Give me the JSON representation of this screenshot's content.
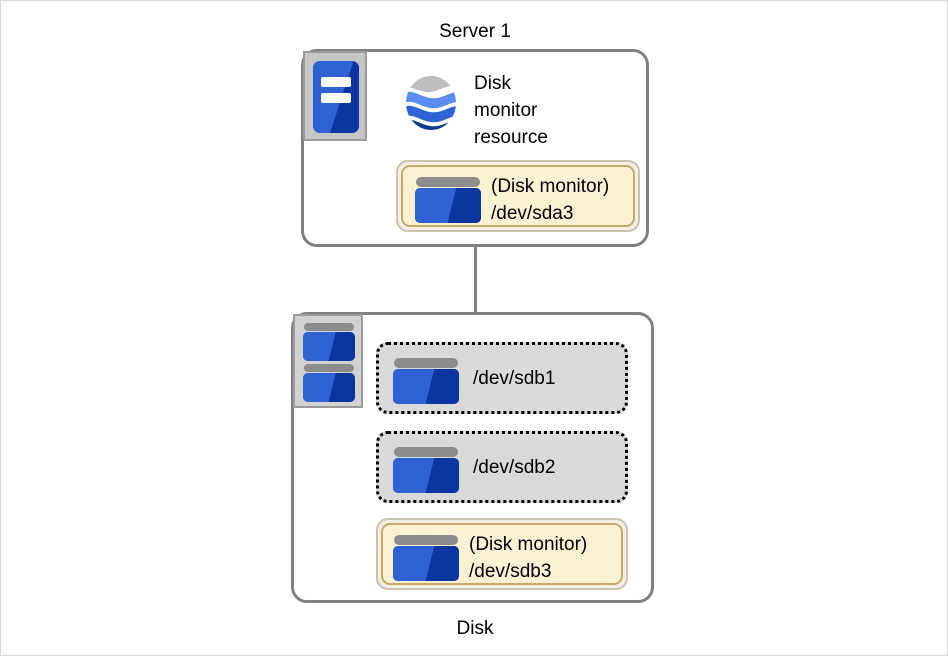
{
  "diagram": {
    "title_top": "Server 1",
    "title_bottom": "Disk",
    "colors": {
      "container_border": "#808080",
      "connector": "#808080",
      "disk_blue_light": "#2f63d4",
      "disk_blue_dark": "#0b36a0",
      "disk_cap_gray": "#8c8c8c",
      "monitor_fill": "#fdf1d4",
      "monitor_border": "#c8a96a",
      "partition_fill": "#d9d9d9",
      "partition_border": "#000000",
      "plate_gray": "#c6c6c6"
    }
  },
  "server": {
    "icon_name": "server-icon",
    "globe_icon_name": "disk-monitor-resource-globe-icon",
    "resource_label": "Disk\nmonitor\nresource",
    "monitor": {
      "icon_name": "disk-partition-icon",
      "line1": "(Disk monitor)",
      "line2": "/dev/sda3"
    }
  },
  "disk": {
    "icon_name": "disk-array-icon",
    "partitions": [
      {
        "icon_name": "disk-partition-icon",
        "label": "/dev/sdb1",
        "monitored": false
      },
      {
        "icon_name": "disk-partition-icon",
        "label": "/dev/sdb2",
        "monitored": false
      }
    ],
    "monitor": {
      "icon_name": "disk-partition-icon",
      "line1": "(Disk monitor)",
      "line2": "/dev/sdb3",
      "monitored": true
    }
  }
}
